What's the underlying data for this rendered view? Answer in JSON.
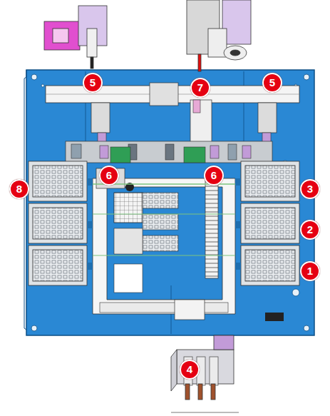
{
  "diagram": {
    "labels": [
      "5",
      "7",
      "5",
      "6",
      "6",
      "8",
      "3",
      "2",
      "1",
      "4"
    ]
  }
}
